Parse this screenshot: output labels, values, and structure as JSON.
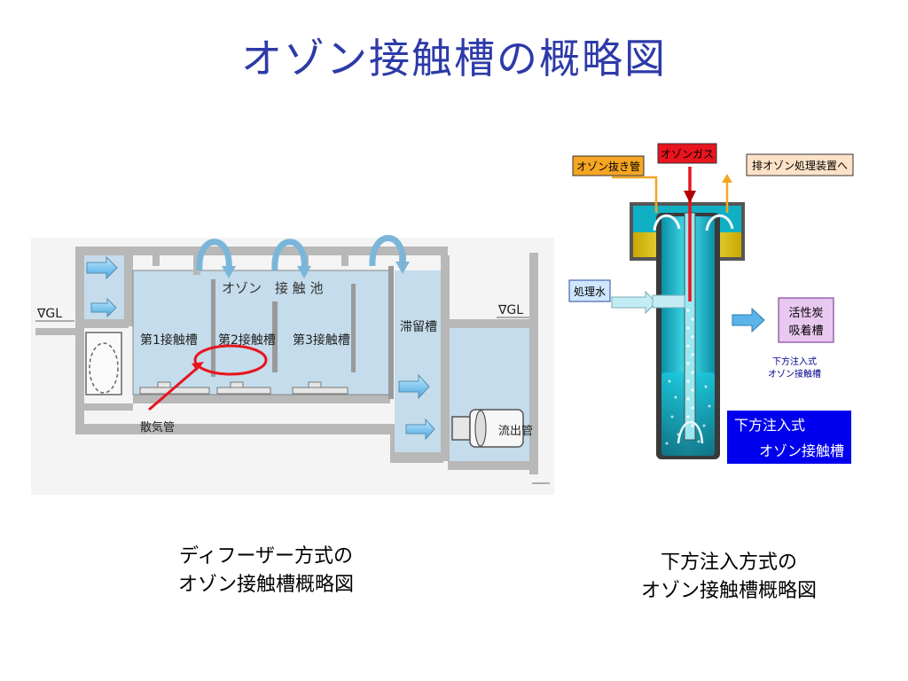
{
  "page": {
    "title": "オゾン接触槽の概略図"
  },
  "left_diagram": {
    "labels": {
      "gl_left": "∇GL",
      "gl_right": "∇GL",
      "ozone_pool": "オゾン　接 触 池",
      "tank1": "第1接触槽",
      "tank2": "第2接触槽",
      "tank3": "第3接触槽",
      "retention": "滞留槽",
      "diffuser": "散気管",
      "outlet": "流出管"
    },
    "caption": {
      "line1": "ディフーザー方式の",
      "line2": "オゾン接触槽概略図"
    }
  },
  "right_diagram": {
    "labels": {
      "ozone_gas": "オゾンガス",
      "vent_pipe": "オゾン抜き管",
      "exhaust": "排オゾン処理装置へ",
      "treated_water": "処理水",
      "carbon_1": "活性炭",
      "carbon_2": "吸着槽",
      "small_1": "下方注入式",
      "small_2": "オゾン接触槽",
      "big_1": "下方注入式",
      "big_2": "オゾン接触槽"
    },
    "caption": {
      "line1": "下方注入方式の",
      "line2": "オゾン接触槽概略図"
    }
  },
  "colors": {
    "title": "#2d3aa8",
    "structure": "#b8b8b8",
    "water": "#c4dceb",
    "cyan": "#1bb8cc",
    "ozone_red": "#e8141e",
    "vent_orange": "#f5a623",
    "blue_box": "#0000ee"
  }
}
